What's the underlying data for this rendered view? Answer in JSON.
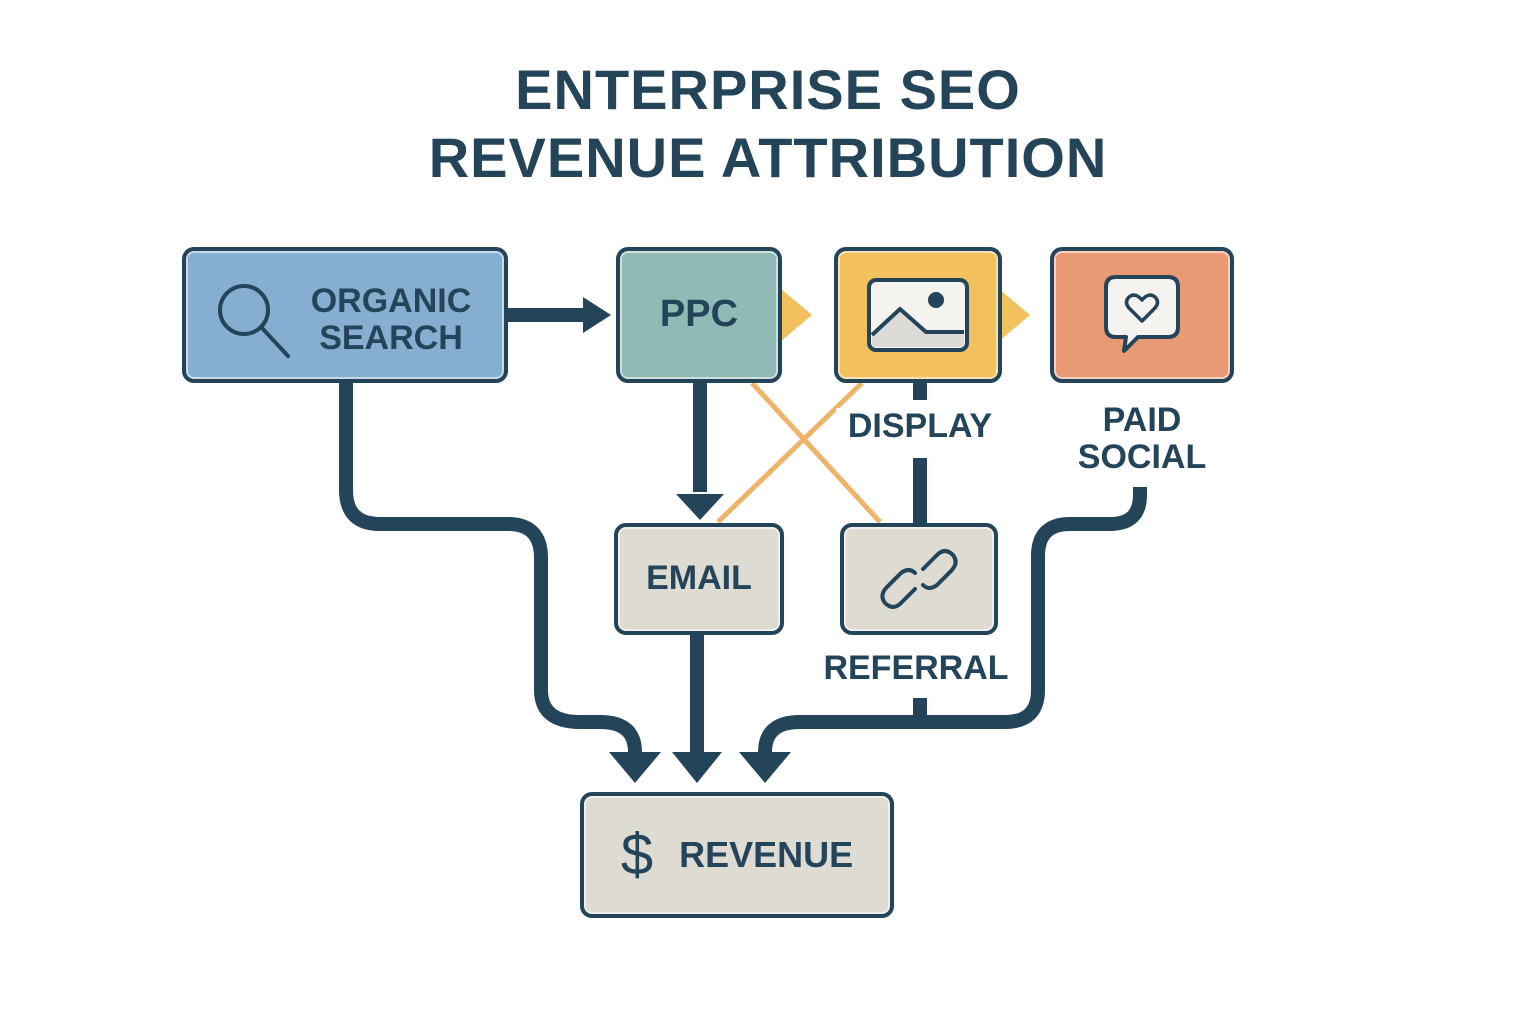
{
  "title": {
    "line1": "ENTERPRISE SEO",
    "line2": "REVENUE ATTRIBUTION"
  },
  "colors": {
    "ink": "#24445a",
    "organic_search": "#86aed1",
    "ppc": "#8fbab5",
    "display": "#f2c15d",
    "paid_social": "#e89a74",
    "neutral": "#dedbd2",
    "cross_link": "#f0b36a"
  },
  "nodes": {
    "organic_search": {
      "label_line1": "ORGANIC",
      "label_line2": "SEARCH",
      "icon": "search-icon"
    },
    "ppc": {
      "label": "PPC"
    },
    "display": {
      "caption": "DISPLAY",
      "icon": "image-icon"
    },
    "paid_social": {
      "caption_line1": "PAID",
      "caption_line2": "SOCIAL",
      "icon": "chat-heart-icon"
    },
    "email": {
      "label": "EMAIL"
    },
    "referral": {
      "caption": "REFERRAL",
      "icon": "link-icon"
    },
    "revenue": {
      "label": "REVENUE",
      "icon": "dollar-icon",
      "icon_glyph": "$"
    }
  },
  "edges": [
    {
      "from": "Organic Search",
      "to": "PPC"
    },
    {
      "from": "PPC",
      "to": "Display"
    },
    {
      "from": "Display",
      "to": "Paid Social"
    },
    {
      "from": "PPC",
      "to": "Email"
    },
    {
      "from": "PPC",
      "to": "Referral",
      "style": "cross"
    },
    {
      "from": "Display",
      "to": "Email",
      "style": "cross"
    },
    {
      "from": "Display",
      "to": "Referral"
    },
    {
      "from": "Organic Search",
      "to": "Revenue"
    },
    {
      "from": "Email",
      "to": "Revenue"
    },
    {
      "from": "Referral",
      "to": "Revenue"
    },
    {
      "from": "Paid Social",
      "to": "Revenue"
    }
  ]
}
